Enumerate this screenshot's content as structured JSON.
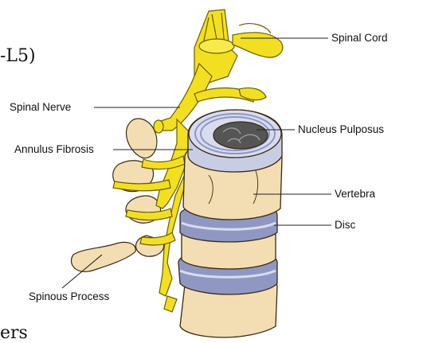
{
  "labels": {
    "spinal_cord": "Spinal Cord",
    "spinal_nerve": "Spinal Nerve",
    "nucleus_pulposus": "Nucleus Pulposus",
    "annulus_fibrosis": "Annulus Fibrosis",
    "vertebra": "Vertebra",
    "disc": "Disc",
    "spinous_process": "Spinous Process"
  },
  "cropped_text": {
    "top": "-L5)",
    "bottom": "ers"
  },
  "colors": {
    "nerve": "#f2e020",
    "nerve_outline": "#6b5e00",
    "bone": "#f5dfb6",
    "bone_outline": "#3a2a10",
    "disc": "#8f97c2",
    "disc_light": "#d8dcef",
    "nucleus": "#555555"
  }
}
